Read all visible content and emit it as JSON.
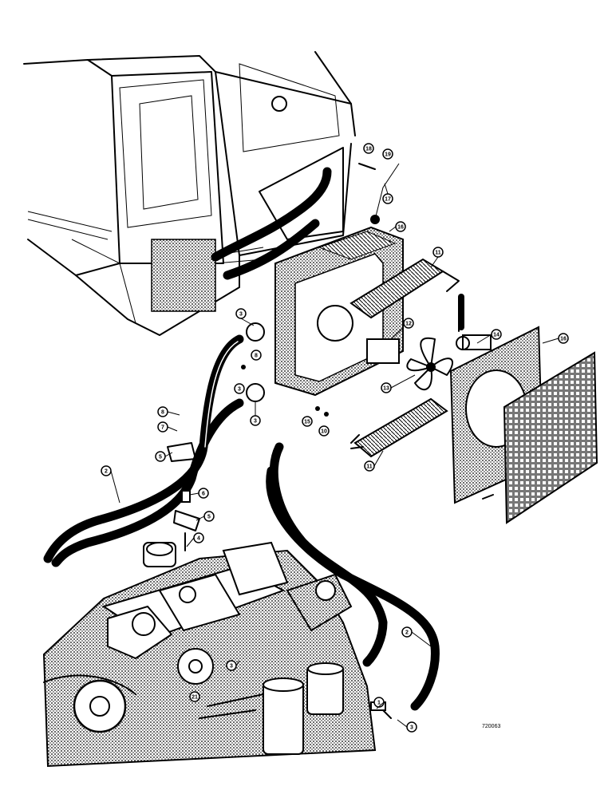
{
  "figure_number": "720063",
  "callouts": [
    {
      "id": "c1",
      "label": "1"
    },
    {
      "id": "c2a",
      "label": "2"
    },
    {
      "id": "c2b",
      "label": "2"
    },
    {
      "id": "c3a",
      "label": "3"
    },
    {
      "id": "c3b",
      "label": "3"
    },
    {
      "id": "c3c",
      "label": "3"
    },
    {
      "id": "c3d",
      "label": "3"
    },
    {
      "id": "c4",
      "label": "4"
    },
    {
      "id": "c5a",
      "label": "5"
    },
    {
      "id": "c5b",
      "label": "5"
    },
    {
      "id": "c6",
      "label": "6"
    },
    {
      "id": "c7",
      "label": "7"
    },
    {
      "id": "c8",
      "label": "8"
    },
    {
      "id": "c9",
      "label": "8"
    },
    {
      "id": "c10",
      "label": "10"
    },
    {
      "id": "c11a",
      "label": "11"
    },
    {
      "id": "c11b",
      "label": "11"
    },
    {
      "id": "c12",
      "label": "12"
    },
    {
      "id": "c13",
      "label": "13"
    },
    {
      "id": "c14",
      "label": "14"
    },
    {
      "id": "c15",
      "label": "15"
    },
    {
      "id": "c16",
      "label": "16"
    },
    {
      "id": "c17",
      "label": "17"
    },
    {
      "id": "c18",
      "label": "18"
    },
    {
      "id": "c19",
      "label": "19"
    },
    {
      "id": "c20",
      "label": "16"
    },
    {
      "id": "c21",
      "label": "21"
    },
    {
      "id": "c22",
      "label": "3"
    }
  ],
  "colors": {
    "ink": "#000000",
    "paper": "#ffffff",
    "stipple": "#555555"
  }
}
